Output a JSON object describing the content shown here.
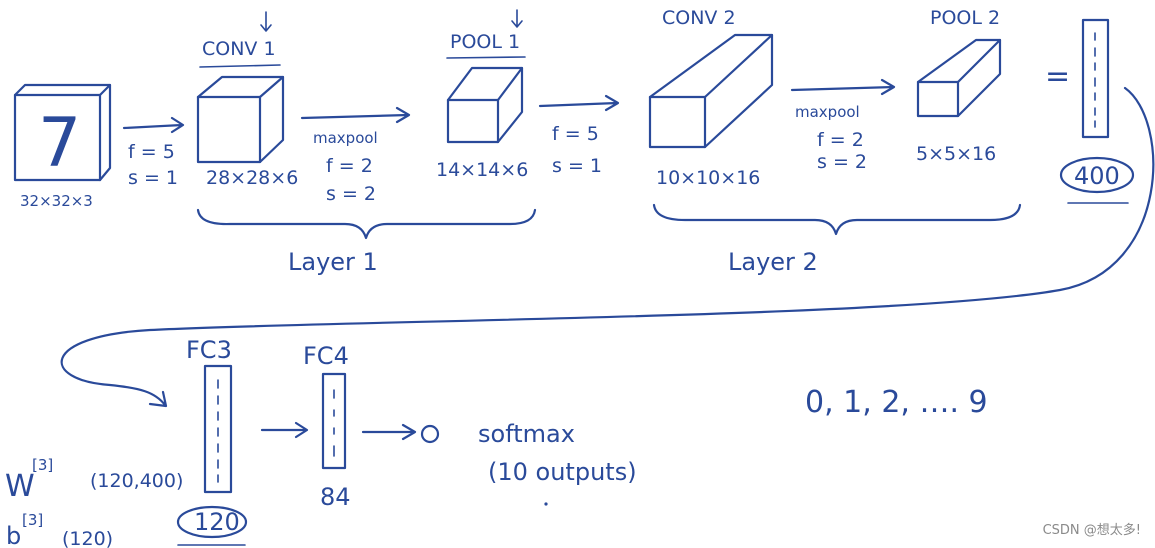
{
  "input": {
    "digit": "7",
    "shape": "32×32×3"
  },
  "conv1": {
    "title": "CONV 1",
    "shape": "28×28×6"
  },
  "conv1_params": {
    "f": "f = 5",
    "s": "s = 1"
  },
  "pool1": {
    "title": "POOL 1",
    "shape": "14×14×6"
  },
  "pool1_params": {
    "op": "maxpool",
    "f": "f = 2",
    "s": "s = 2"
  },
  "conv2_params": {
    "f": "f = 5",
    "s": "s = 1"
  },
  "conv2": {
    "title": "CONV 2",
    "shape": "10×10×16"
  },
  "pool2_params": {
    "op": "maxpool",
    "f": "f = 2",
    "s": "s = 2"
  },
  "pool2": {
    "title": "POOL 2",
    "shape": "5×5×16"
  },
  "equals": "=",
  "flat": {
    "count": "400"
  },
  "layer1": "Layer 1",
  "layer2": "Layer 2",
  "fc3": {
    "title": "FC3",
    "count": "120"
  },
  "fc4": {
    "title": "FC4",
    "count": "84"
  },
  "weights": {
    "w_symbol": "W",
    "w_sup": "[3]",
    "w_shape": "(120,400)",
    "b_symbol": "b",
    "b_sup": "[3]",
    "b_shape": "(120)"
  },
  "output": {
    "softmax": "softmax",
    "outputs": "(10 outputs)",
    "classes": "0, 1, 2, …. 9"
  },
  "watermark": "CSDN @想太多!"
}
